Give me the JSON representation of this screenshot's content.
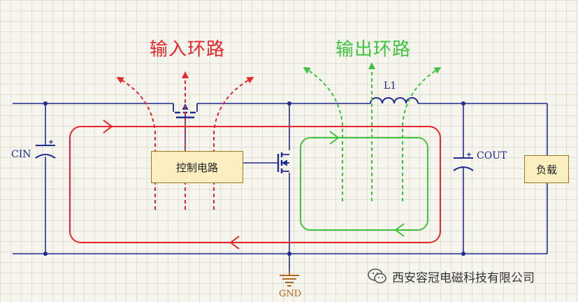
{
  "titles": {
    "input_loop": "输入环路",
    "output_loop": "输出环路"
  },
  "components": {
    "cin": "CIN",
    "cout": "COUT",
    "inductor": "L1",
    "ground": "GND",
    "control_circuit": "控制电路",
    "load": "负载"
  },
  "watermark": {
    "text": "西安容冠电磁科技有限公司"
  },
  "colors": {
    "wire": "#1f2a93",
    "input_loop": "#e8262c",
    "output_loop": "#3ec43e",
    "ground": "#b5651d",
    "box_fill": "#fbefc0",
    "box_border": "#a0761f"
  }
}
